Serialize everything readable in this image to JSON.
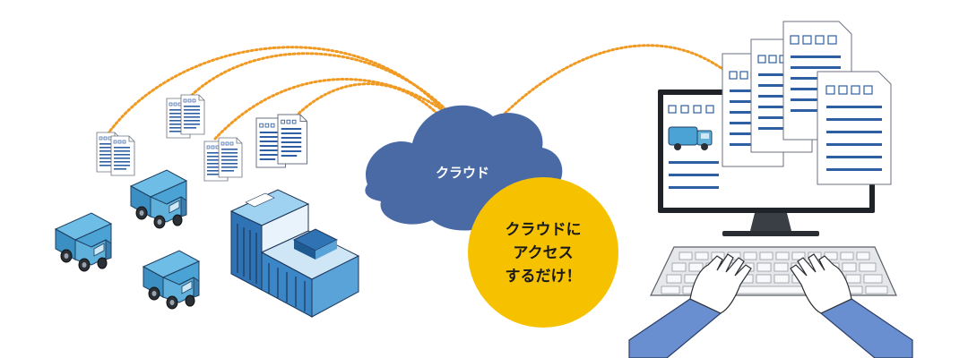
{
  "cloud": {
    "label": "クラウド",
    "color": "#4a6aa6"
  },
  "callout": {
    "line1": "クラウドに",
    "line2": "アクセス",
    "line3": "するだけ！",
    "color": "#f6c200"
  },
  "colors": {
    "connection_line": "#f09a22",
    "document_icon": "#2f5fa3",
    "truck_body": "#4aa3d4",
    "building": "#3a86c6",
    "arm": "#6a8fd0"
  },
  "icons": [
    "garbage-truck-icon",
    "document-icon",
    "office-building-icon",
    "cloud-icon",
    "monitor-icon",
    "keyboard-icon",
    "hand-icon"
  ]
}
